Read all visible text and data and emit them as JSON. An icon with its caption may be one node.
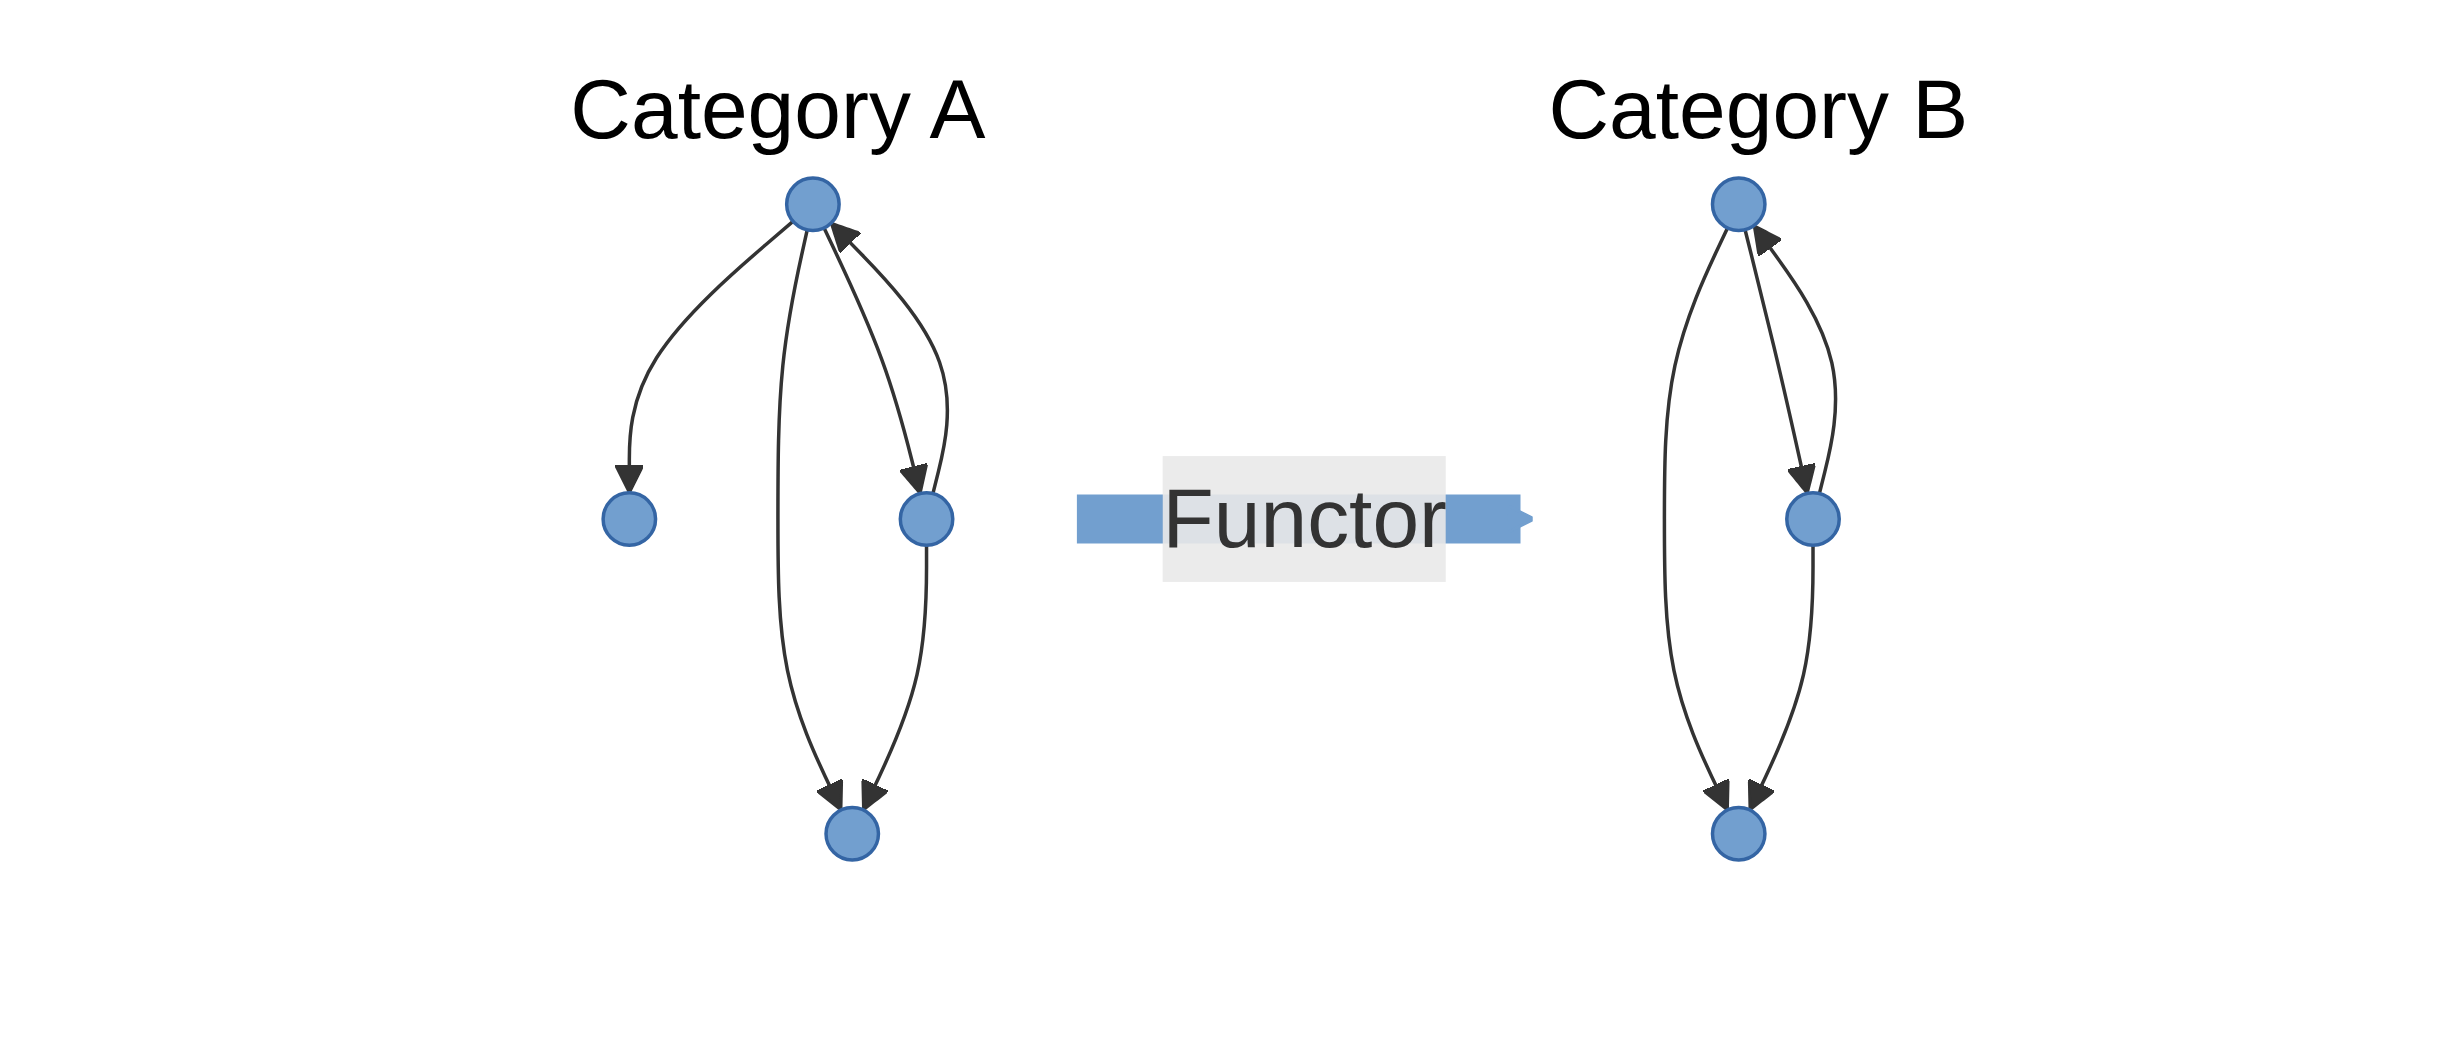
{
  "diagram": {
    "nodes": [
      {
        "text": [
          "Category A"
        ]
      },
      {
        "text": [],
        "shape": "circle",
        "in": 0
      },
      {
        "text": [],
        "shape": "circle",
        "in": 0
      },
      {
        "text": [],
        "shape": "circle",
        "in": 0
      },
      {
        "text": [],
        "shape": "circle",
        "in": 0
      },
      {
        "text": [
          "Category B"
        ]
      },
      {
        "text": [],
        "shape": "circle",
        "in": 5
      },
      {
        "text": [],
        "shape": "circle",
        "in": 5
      },
      {
        "text": [],
        "shape": "circle",
        "in": 5
      }
    ],
    "edges": [
      {
        "from": 1,
        "to": 2,
        "arrow": "to"
      },
      {
        "from": 1,
        "to": 4,
        "arrow": "to"
      },
      {
        "from": 4,
        "to": 1,
        "arrow": "to"
      },
      {
        "from": 1,
        "to": 3,
        "arrow": "to"
      },
      {
        "from": 4,
        "to": 3,
        "arrow": "to"
      },
      {
        "from": 0,
        "to": 5,
        "arrow": "to",
        "label": "Functor",
        "style": "thick",
        "color": "#729fcf"
      },
      {
        "from": 6,
        "to": 7,
        "arrow": "to"
      },
      {
        "from": 6,
        "to": 8,
        "arrow": "to"
      },
      {
        "from": 8,
        "to": 6,
        "arrow": "to"
      },
      {
        "from": 8,
        "to": 7,
        "arrow": "to"
      }
    ]
  }
}
